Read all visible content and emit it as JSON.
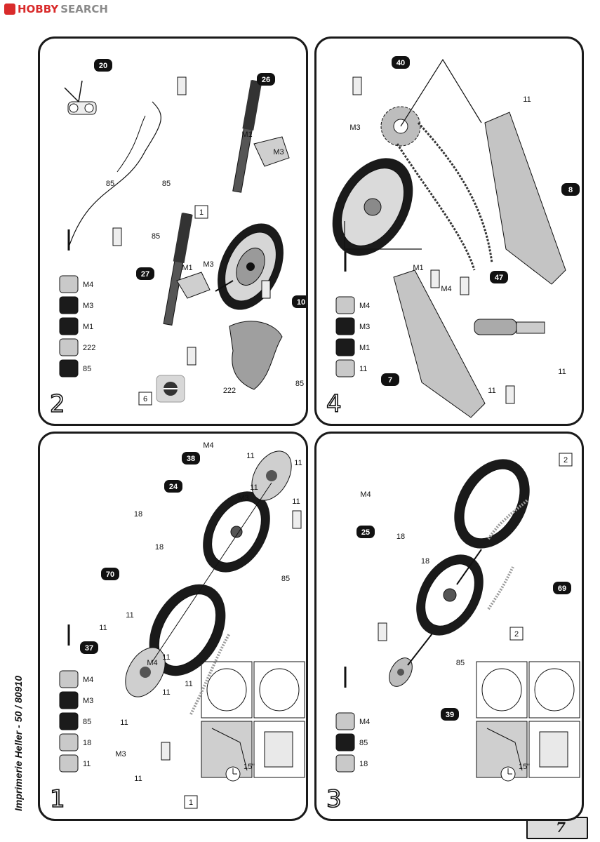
{
  "watermark": {
    "brand_red": "HOBBY",
    "brand_gray": "SEARCH",
    "icon": "hobbysearch-logo-icon"
  },
  "footer": {
    "text": "Imprimerie Heller - 50 / 80910",
    "page_number": "7"
  },
  "colors": {
    "ink": "#111111",
    "paint_dark": "#1b1b1b",
    "paint_light": "#bfbfbf",
    "tire": "#1a1a1a",
    "rim_gray": "#c8c8c8",
    "watermark_red": "#d92b2b"
  },
  "steps": [
    {
      "number": "1",
      "paints": [
        "11",
        "18",
        "85",
        "M3",
        "M4"
      ],
      "callouts": [
        "37",
        "70",
        "24",
        "38"
      ],
      "boxes": [
        "1"
      ],
      "labels": [
        "11",
        "11",
        "11",
        "11",
        "M4",
        "11",
        "11",
        "M3",
        "11",
        "18",
        "18",
        "85",
        "M4",
        "11",
        "11",
        "11",
        "M3",
        "11"
      ],
      "timer": "15\""
    },
    {
      "number": "2",
      "paints": [
        "85",
        "222",
        "M1",
        "M3",
        "M4"
      ],
      "callouts": [
        "20",
        "26",
        "27",
        "10"
      ],
      "boxes": [
        "6",
        "1"
      ],
      "labels": [
        "85",
        "85",
        "M1",
        "M3",
        "85",
        "M1",
        "M3",
        "85",
        "222"
      ]
    },
    {
      "number": "3",
      "paints": [
        "18",
        "85",
        "M4"
      ],
      "callouts": [
        "25",
        "69",
        "39"
      ],
      "boxes": [
        "2",
        "2"
      ],
      "labels": [
        "M4",
        "18",
        "18",
        "85"
      ],
      "timer": "15\""
    },
    {
      "number": "4",
      "paints": [
        "11",
        "M1",
        "M3",
        "M4"
      ],
      "callouts": [
        "40",
        "8",
        "47",
        "7"
      ],
      "labels": [
        "M3",
        "11",
        "M1",
        "M4",
        "11",
        "11"
      ]
    }
  ]
}
